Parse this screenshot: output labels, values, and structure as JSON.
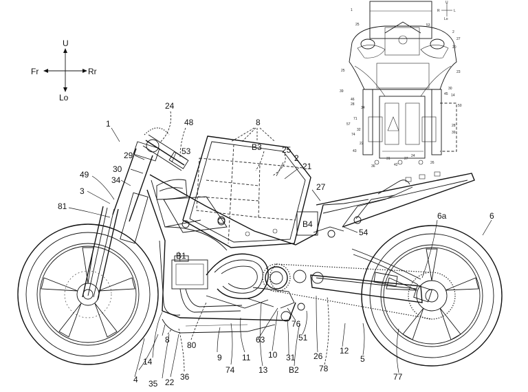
{
  "orientation_main": {
    "up": "U",
    "down": "Lo",
    "front": "Fr",
    "rear": "Rr"
  },
  "orientation_inset": {
    "up": "U",
    "down": "Lo",
    "left": "R",
    "right": "L"
  },
  "inset_labels": [
    "1",
    "53",
    "25",
    "25",
    "39",
    "46",
    "28",
    "34",
    "71",
    "57",
    "32",
    "74",
    "22",
    "43",
    "36",
    "24",
    "31",
    "2",
    "27",
    "20",
    "23",
    "30",
    "45",
    "14",
    "50",
    "28",
    "39",
    "42",
    "27",
    "26"
  ],
  "callouts": [
    {
      "id": "c-1",
      "text": "1"
    },
    {
      "id": "c-24",
      "text": "24"
    },
    {
      "id": "c-48",
      "text": "48"
    },
    {
      "id": "c-8t",
      "text": "8"
    },
    {
      "id": "c-29",
      "text": "29"
    },
    {
      "id": "c-53",
      "text": "53"
    },
    {
      "id": "c-b3",
      "text": "B3"
    },
    {
      "id": "c-25",
      "text": "25"
    },
    {
      "id": "c-2",
      "text": "2"
    },
    {
      "id": "c-21",
      "text": "21"
    },
    {
      "id": "c-30",
      "text": "30"
    },
    {
      "id": "c-49",
      "text": "49"
    },
    {
      "id": "c-34",
      "text": "34"
    },
    {
      "id": "c-3",
      "text": "3"
    },
    {
      "id": "c-27",
      "text": "27"
    },
    {
      "id": "c-81",
      "text": "81"
    },
    {
      "id": "c-b4",
      "text": "B4"
    },
    {
      "id": "c-54",
      "text": "54"
    },
    {
      "id": "c-6a",
      "text": "6a"
    },
    {
      "id": "c-6",
      "text": "6"
    },
    {
      "id": "c-b1",
      "text": "B1"
    },
    {
      "id": "c-76",
      "text": "76"
    },
    {
      "id": "c-63",
      "text": "63"
    },
    {
      "id": "c-51",
      "text": "51"
    },
    {
      "id": "c-80",
      "text": "80"
    },
    {
      "id": "c-8b",
      "text": "8"
    },
    {
      "id": "c-14",
      "text": "14"
    },
    {
      "id": "c-9",
      "text": "9"
    },
    {
      "id": "c-11",
      "text": "11"
    },
    {
      "id": "c-10",
      "text": "10"
    },
    {
      "id": "c-26",
      "text": "26"
    },
    {
      "id": "c-12",
      "text": "12"
    },
    {
      "id": "c-31",
      "text": "31"
    },
    {
      "id": "c-74",
      "text": "74"
    },
    {
      "id": "c-13",
      "text": "13"
    },
    {
      "id": "c-b2",
      "text": "B2"
    },
    {
      "id": "c-78",
      "text": "78"
    },
    {
      "id": "c-5",
      "text": "5"
    },
    {
      "id": "c-4",
      "text": "4"
    },
    {
      "id": "c-35",
      "text": "35"
    },
    {
      "id": "c-22",
      "text": "22"
    },
    {
      "id": "c-36",
      "text": "36"
    },
    {
      "id": "c-77",
      "text": "77"
    }
  ]
}
